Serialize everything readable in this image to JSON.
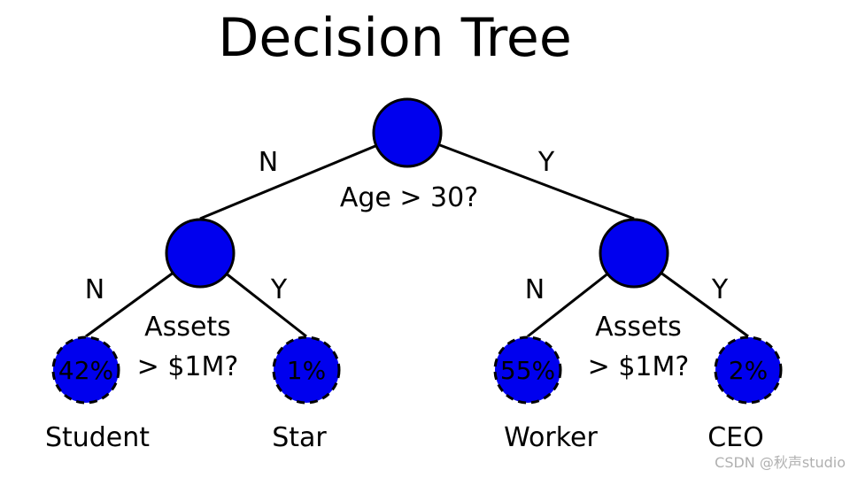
{
  "title": "Decision Tree",
  "root": {
    "question": "Age > 30?",
    "no_label": "N",
    "yes_label": "Y"
  },
  "left_node": {
    "question_line1": "Assets",
    "question_line2": "> $1M?",
    "no_label": "N",
    "yes_label": "Y"
  },
  "right_node": {
    "question_line1": "Assets",
    "question_line2": "> $1M?",
    "no_label": "N",
    "yes_label": "Y"
  },
  "leaves": [
    {
      "value": "42%",
      "name": "Student"
    },
    {
      "value": "1%",
      "name": "Star"
    },
    {
      "value": "55%",
      "name": "Worker"
    },
    {
      "value": "2%",
      "name": "CEO"
    }
  ],
  "colors": {
    "node_fill": "#0000ee",
    "line": "#000000"
  },
  "watermark": "CSDN @秋声studio"
}
